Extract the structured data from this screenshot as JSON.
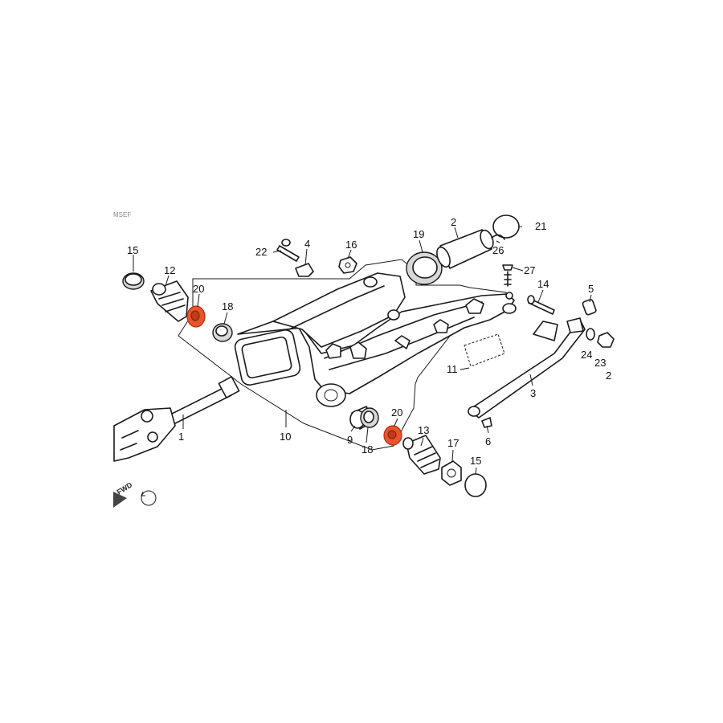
{
  "diagram": {
    "code": "MSEF",
    "fwd_label": "FWD",
    "highlight_color": "#e8542b",
    "callouts": {
      "c1": "1",
      "c2": "2",
      "c3": "3",
      "c4": "4",
      "c5": "5",
      "c6": "6",
      "c9": "9",
      "c10": "10",
      "c11": "11",
      "c12": "12",
      "c13": "13",
      "c14": "14",
      "c15a": "15",
      "c15b": "15",
      "c16": "16",
      "c17": "17",
      "c18a": "18",
      "c18b": "18",
      "c19": "19",
      "c20a": "20",
      "c20b": "20",
      "c21": "21",
      "c22": "22",
      "c23": "23",
      "c24": "24",
      "c26": "26",
      "c27": "27",
      "c2edge": "2"
    }
  }
}
